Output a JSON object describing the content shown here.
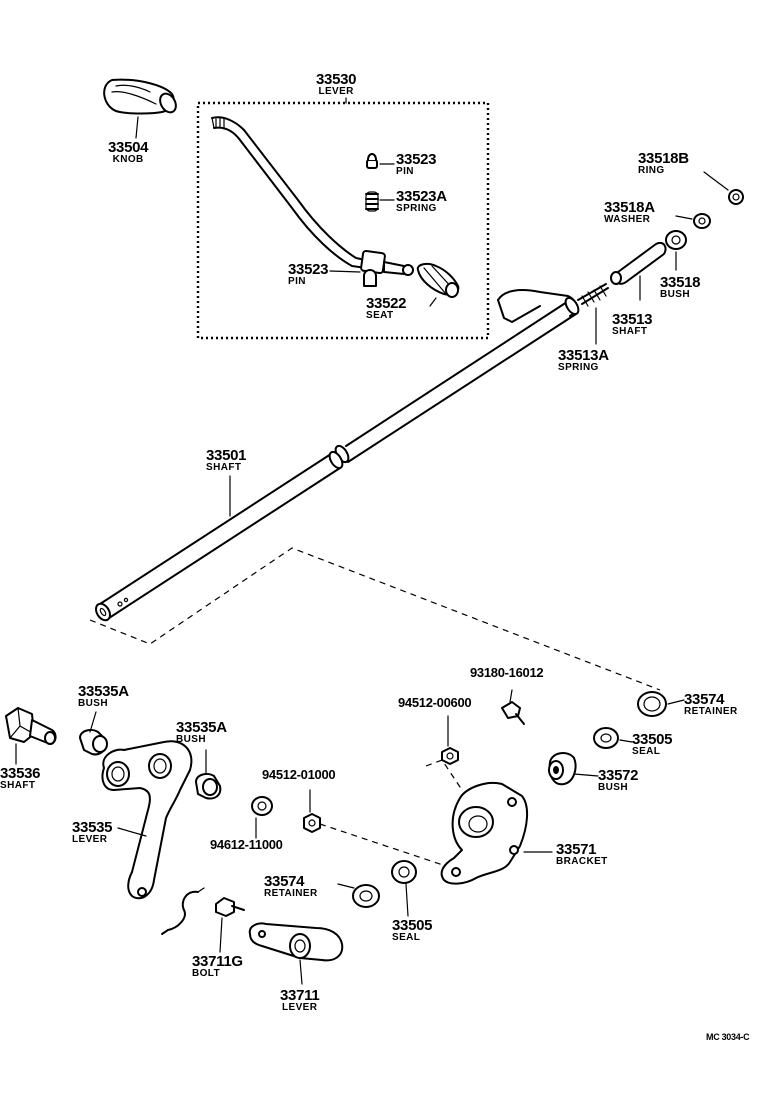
{
  "parts": {
    "knob": {
      "number": "33504",
      "name": "KNOB"
    },
    "lever_assy": {
      "number": "33530",
      "name": "LEVER"
    },
    "pin_upper": {
      "number": "33523",
      "name": "PIN"
    },
    "spring_lever": {
      "number": "33523A",
      "name": "SPRING"
    },
    "pin_lower": {
      "number": "33523",
      "name": "PIN"
    },
    "seat": {
      "number": "33522",
      "name": "SEAT"
    },
    "ring": {
      "number": "33518B",
      "name": "RING"
    },
    "washer": {
      "number": "33518A",
      "name": "WASHER"
    },
    "bush_upper": {
      "number": "33518",
      "name": "BUSH"
    },
    "shaft_short": {
      "number": "33513",
      "name": "SHAFT"
    },
    "spring_shaft": {
      "number": "33513A",
      "name": "SPRING"
    },
    "shaft_main": {
      "number": "33501",
      "name": "SHAFT"
    },
    "bush_a1": {
      "number": "33535A",
      "name": "BUSH"
    },
    "bush_a2": {
      "number": "33535A",
      "name": "BUSH"
    },
    "shaft_lower": {
      "number": "33536",
      "name": "SHAFT"
    },
    "lever_lower": {
      "number": "33535",
      "name": "LEVER"
    },
    "bolt_small": {
      "number": "93180-16012",
      "name": ""
    },
    "nut_small": {
      "number": "94512-00600",
      "name": ""
    },
    "nut_mid": {
      "number": "94512-01000",
      "name": ""
    },
    "washer_mid": {
      "number": "94612-11000",
      "name": ""
    },
    "retainer_right": {
      "number": "33574",
      "name": "RETAINER"
    },
    "seal_right": {
      "number": "33505",
      "name": "SEAL"
    },
    "bush_right": {
      "number": "33572",
      "name": "BUSH"
    },
    "bracket": {
      "number": "33571",
      "name": "BRACKET"
    },
    "retainer_left": {
      "number": "33574",
      "name": "RETAINER"
    },
    "seal_left": {
      "number": "33505",
      "name": "SEAL"
    },
    "bolt": {
      "number": "33711G",
      "name": "BOLT"
    },
    "lever_small": {
      "number": "33711",
      "name": "LEVER"
    }
  },
  "figure_code": "MC 3034-C"
}
